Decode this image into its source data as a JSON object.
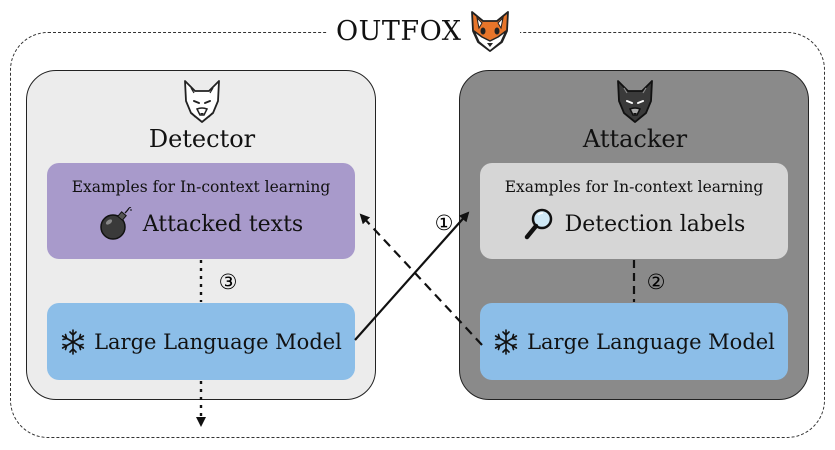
{
  "title": "OUTFOX",
  "detector": {
    "title": "Detector",
    "examples_title": "Examples for In-context learning",
    "examples_item": "Attacked texts",
    "model": "Large Language Model"
  },
  "attacker": {
    "title": "Attacker",
    "examples_title": "Examples for In-context learning",
    "examples_item": "Detection labels",
    "model": "Large Language Model"
  },
  "steps": {
    "one": "①",
    "two": "②",
    "three": "③"
  },
  "colors": {
    "detector_bg": "#ececec",
    "attacker_bg": "#8a8a8a",
    "attacked_texts_box": "#a89acb",
    "detection_labels_box": "#d6d6d6",
    "llm_box": "#8cbee8",
    "fox": "#e8752a"
  },
  "icons": {
    "title": "fox-icon",
    "detector": "white-wolf-icon",
    "attacker": "black-wolf-icon",
    "attacked_texts": "bomb-icon",
    "detection_labels": "magnifier-icon",
    "model": "snowflake-icon"
  }
}
